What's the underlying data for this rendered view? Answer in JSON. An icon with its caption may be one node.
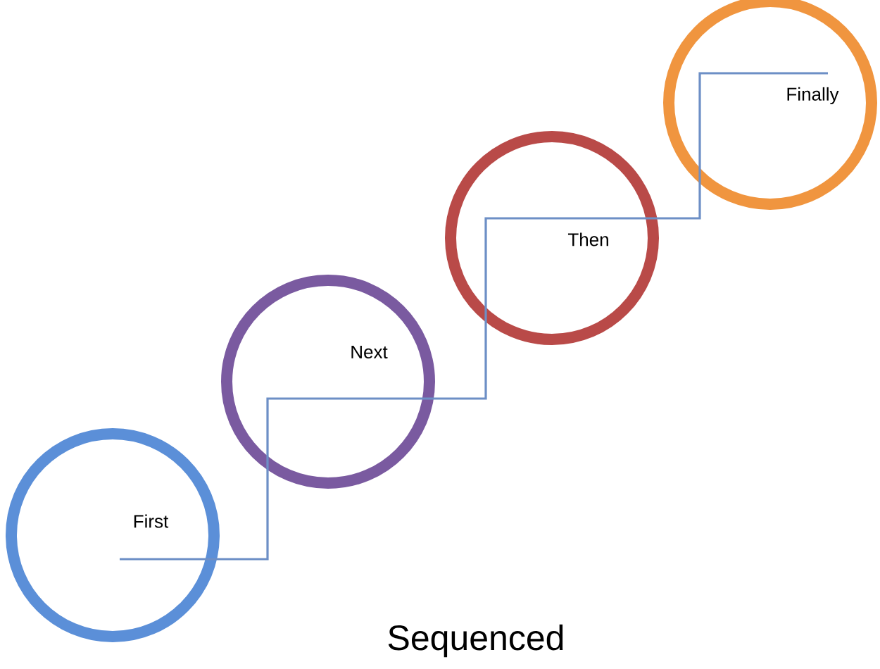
{
  "diagram": {
    "title": "Sequenced",
    "nodes": [
      {
        "text": [
          "First"
        ]
      },
      {
        "text": [
          "Next"
        ]
      },
      {
        "text": [
          "Then"
        ]
      },
      {
        "text": [
          "Finally"
        ]
      }
    ],
    "edges": [
      {
        "from": 0,
        "to": 1,
        "arrow": "none"
      },
      {
        "from": 1,
        "to": 2,
        "arrow": "none"
      },
      {
        "from": 2,
        "to": 3,
        "arrow": "none"
      }
    ]
  }
}
